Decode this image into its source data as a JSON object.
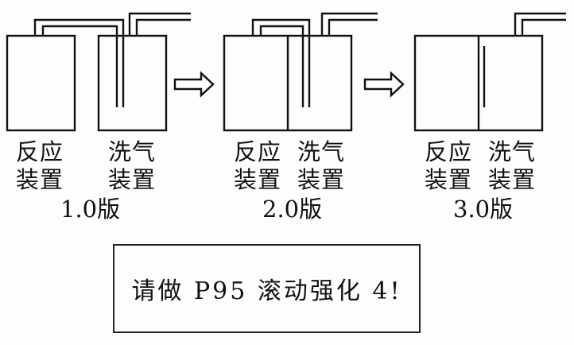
{
  "diagram": {
    "stages": [
      {
        "version_label": "1.0版",
        "left_device": {
          "line1": "反应",
          "line2": "装置"
        },
        "right_device": {
          "line1": "洗气",
          "line2": "装置"
        }
      },
      {
        "version_label": "2.0版",
        "left_device": {
          "line1": "反应",
          "line2": "装置"
        },
        "right_device": {
          "line1": "洗气",
          "line2": "装置"
        }
      },
      {
        "version_label": "3.0版",
        "left_device": {
          "line1": "反应",
          "line2": "装置"
        },
        "right_device": {
          "line1": "洗气",
          "line2": "装置"
        }
      }
    ],
    "arrows": [
      "right-arrow",
      "right-arrow"
    ]
  },
  "instruction": {
    "text": "请做 P95 滚动强化 4!"
  }
}
